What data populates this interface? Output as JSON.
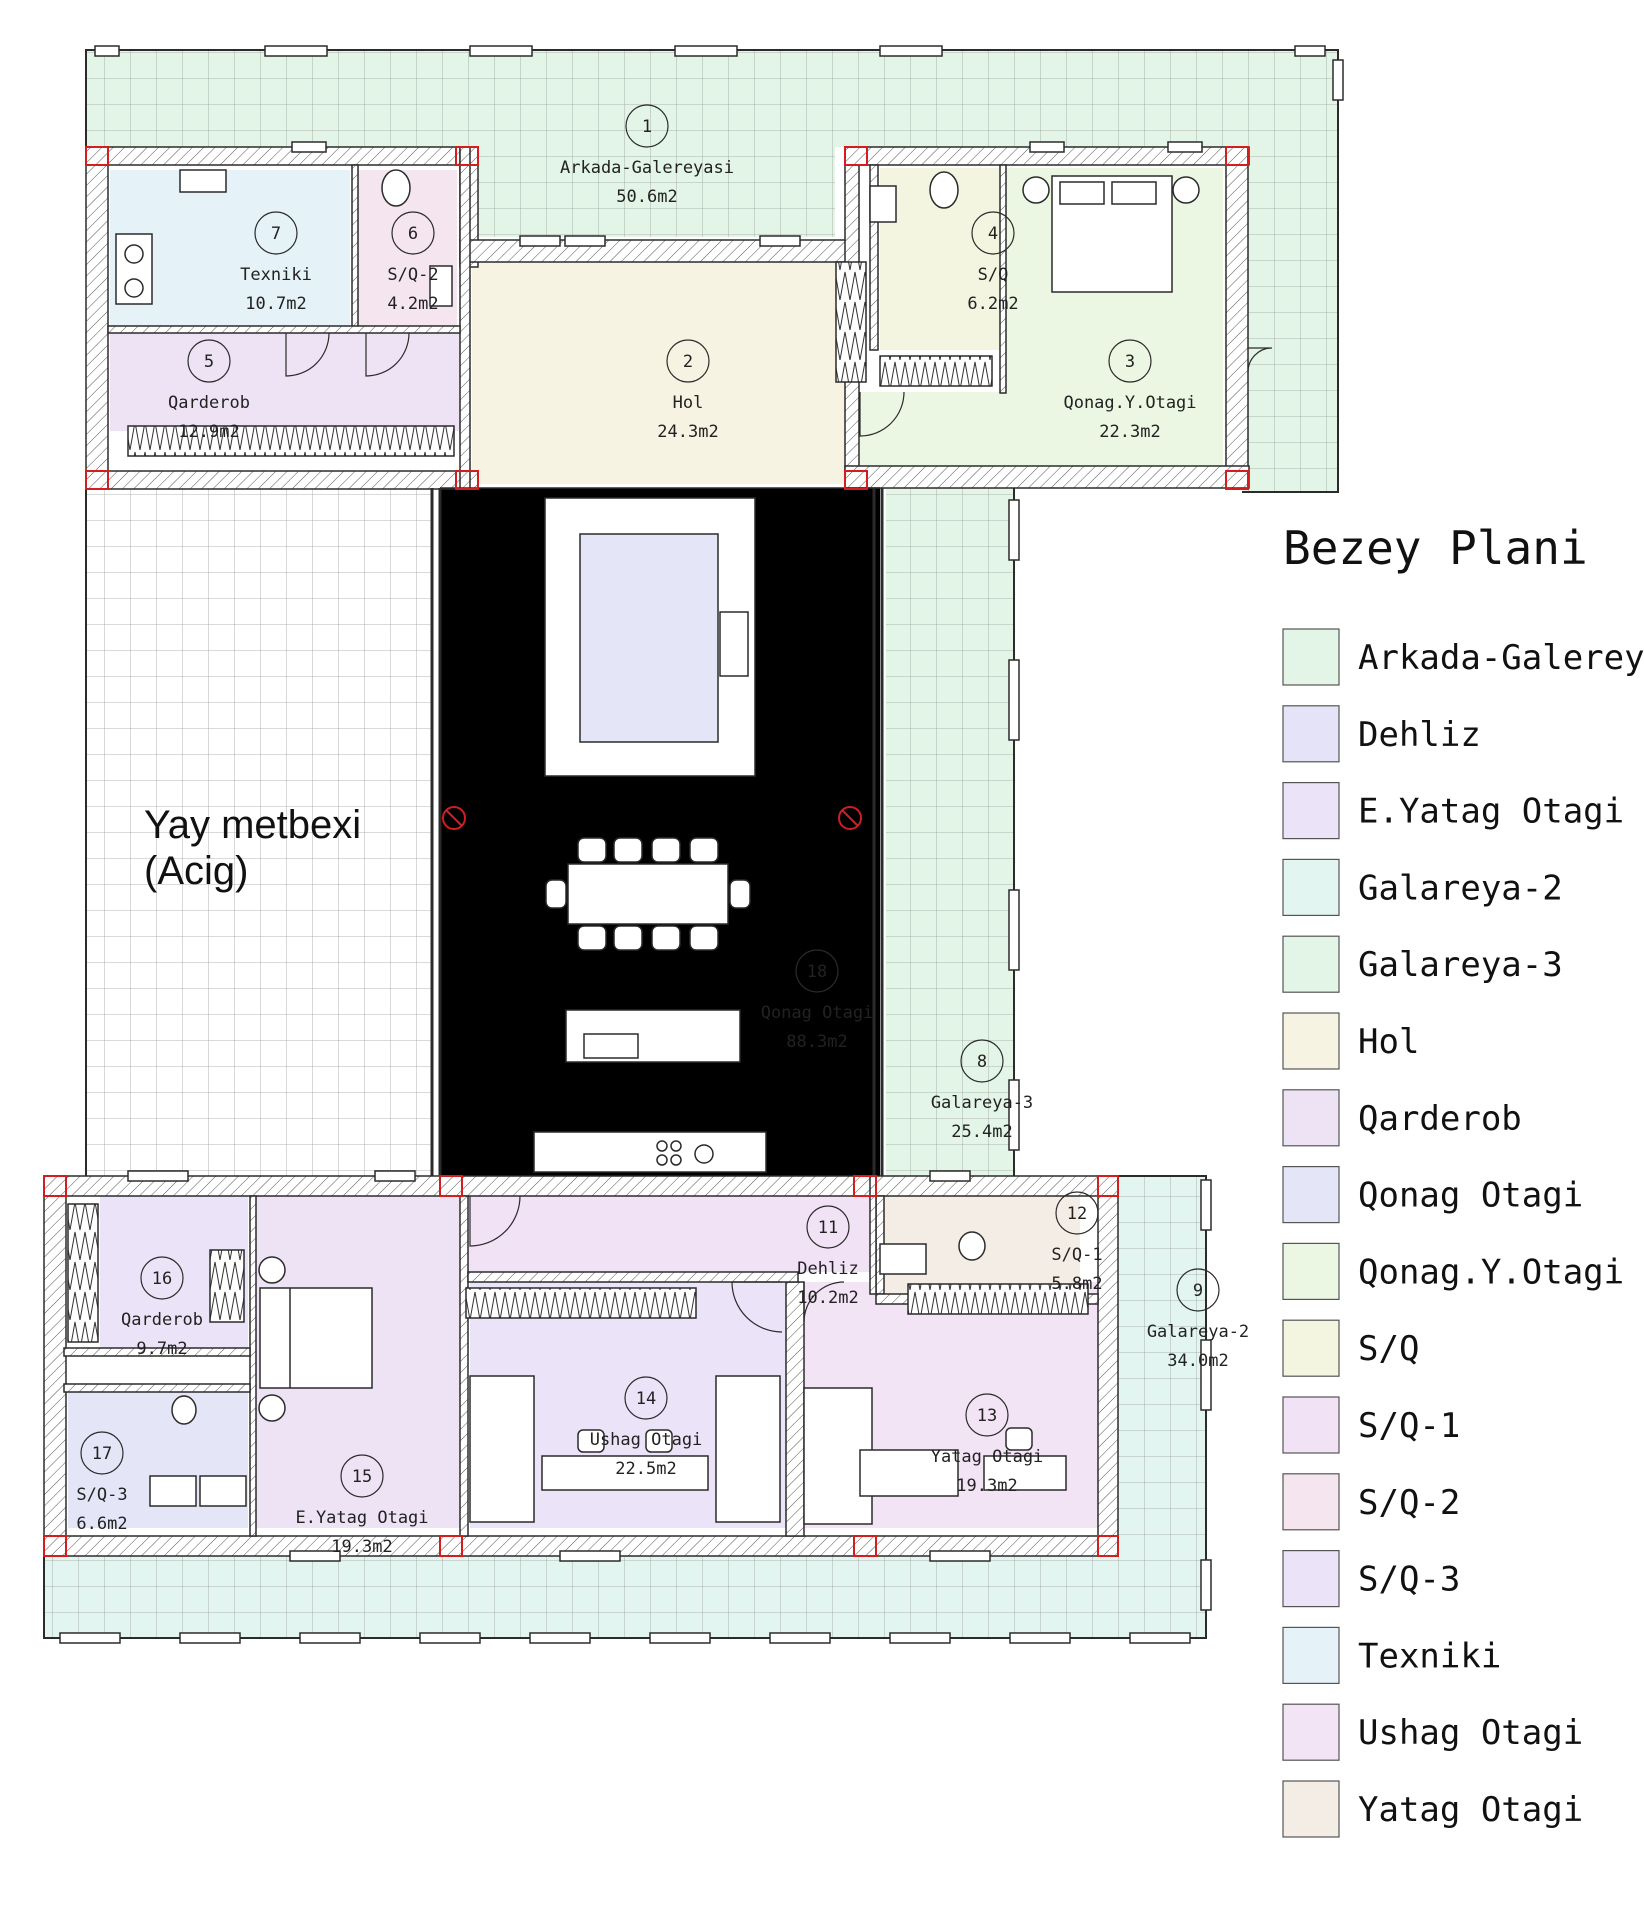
{
  "colors": {
    "wall": "#2b2b2b",
    "wall_fill": "#ffffff",
    "grid_line": "#9aa09a",
    "corner_mark": "#d41e1e"
  },
  "rooms": [
    {
      "num": "1",
      "name": "Arkada-Galereyasi",
      "area": "50.6m2",
      "color": "#e3f5e6"
    },
    {
      "num": "2",
      "name": "Hol",
      "area": "24.3m2",
      "color": "#f6f3e2"
    },
    {
      "num": "3",
      "name": "Qonag.Y.Otagi",
      "area": "22.3m2",
      "color": "#ebf7e3"
    },
    {
      "num": "4",
      "name": "S/Q",
      "area": "6.2m2",
      "color": "#f3f5e0"
    },
    {
      "num": "5",
      "name": "Qarderob",
      "area": "12.9m2",
      "color": "#ede3f5"
    },
    {
      "num": "6",
      "name": "S/Q-2",
      "area": "4.2m2",
      "color": "#f5e5ee"
    },
    {
      "num": "7",
      "name": "Texniki",
      "area": "10.7m2",
      "color": "#e5f2f8"
    },
    {
      "num": "8",
      "name": "Galareya-3",
      "area": "25.4m2",
      "color": "#e3f5e6"
    },
    {
      "num": "9",
      "name": "Galareya-2",
      "area": "34.0m2",
      "color": "#e3f5f0"
    },
    {
      "num": "11",
      "name": "Dehliz",
      "area": "10.2m2",
      "color": "#e5e3f7"
    },
    {
      "num": "12",
      "name": "S/Q-1",
      "area": "5.8m2",
      "color": "#f1e3f5"
    },
    {
      "num": "13",
      "name": "Yatag Otagi",
      "area": "19.3m2",
      "color": "#f4ede5"
    },
    {
      "num": "14",
      "name": "Ushag Otagi",
      "area": "22.5m2",
      "color": "#f2e3f5"
    },
    {
      "num": "15",
      "name": "E.Yatag Otagi",
      "area": "19.3m2",
      "color": "#ebe3f7"
    },
    {
      "num": "16",
      "name": "Qarderob",
      "area": "9.7m2",
      "color": "#ede3f5"
    },
    {
      "num": "17",
      "name": "S/Q-3",
      "area": "6.6m2",
      "color": "#ebe3f7"
    },
    {
      "num": "18",
      "name": "Qonag Otagi",
      "area": "88.3m2",
      "color": "#e5e5f8"
    }
  ],
  "open_area": {
    "line1": "Yay metbexi",
    "line2": "(Acig)"
  },
  "legend": {
    "title": "Bezey Plani",
    "items": [
      {
        "label": "Arkada-Galereyasi",
        "color": "#e3f5e6"
      },
      {
        "label": "Dehliz",
        "color": "#e5e3f7"
      },
      {
        "label": "E.Yatag Otagi",
        "color": "#ebe3f7"
      },
      {
        "label": "Galareya-2",
        "color": "#e3f5f0"
      },
      {
        "label": "Galareya-3",
        "color": "#e3f5e6"
      },
      {
        "label": "Hol",
        "color": "#f6f3e2"
      },
      {
        "label": "Qarderob",
        "color": "#ede3f5"
      },
      {
        "label": "Qonag Otagi",
        "color": "#e5e5f8"
      },
      {
        "label": "Qonag.Y.Otagi",
        "color": "#ebf7e3"
      },
      {
        "label": "S/Q",
        "color": "#f3f5e0"
      },
      {
        "label": "S/Q-1",
        "color": "#f1e3f5"
      },
      {
        "label": "S/Q-2",
        "color": "#f5e5ee"
      },
      {
        "label": "S/Q-3",
        "color": "#ebe3f7"
      },
      {
        "label": "Texniki",
        "color": "#e5f2f8"
      },
      {
        "label": "Ushag Otagi",
        "color": "#f2e3f5"
      },
      {
        "label": "Yatag Otagi",
        "color": "#f4ede5"
      }
    ]
  }
}
